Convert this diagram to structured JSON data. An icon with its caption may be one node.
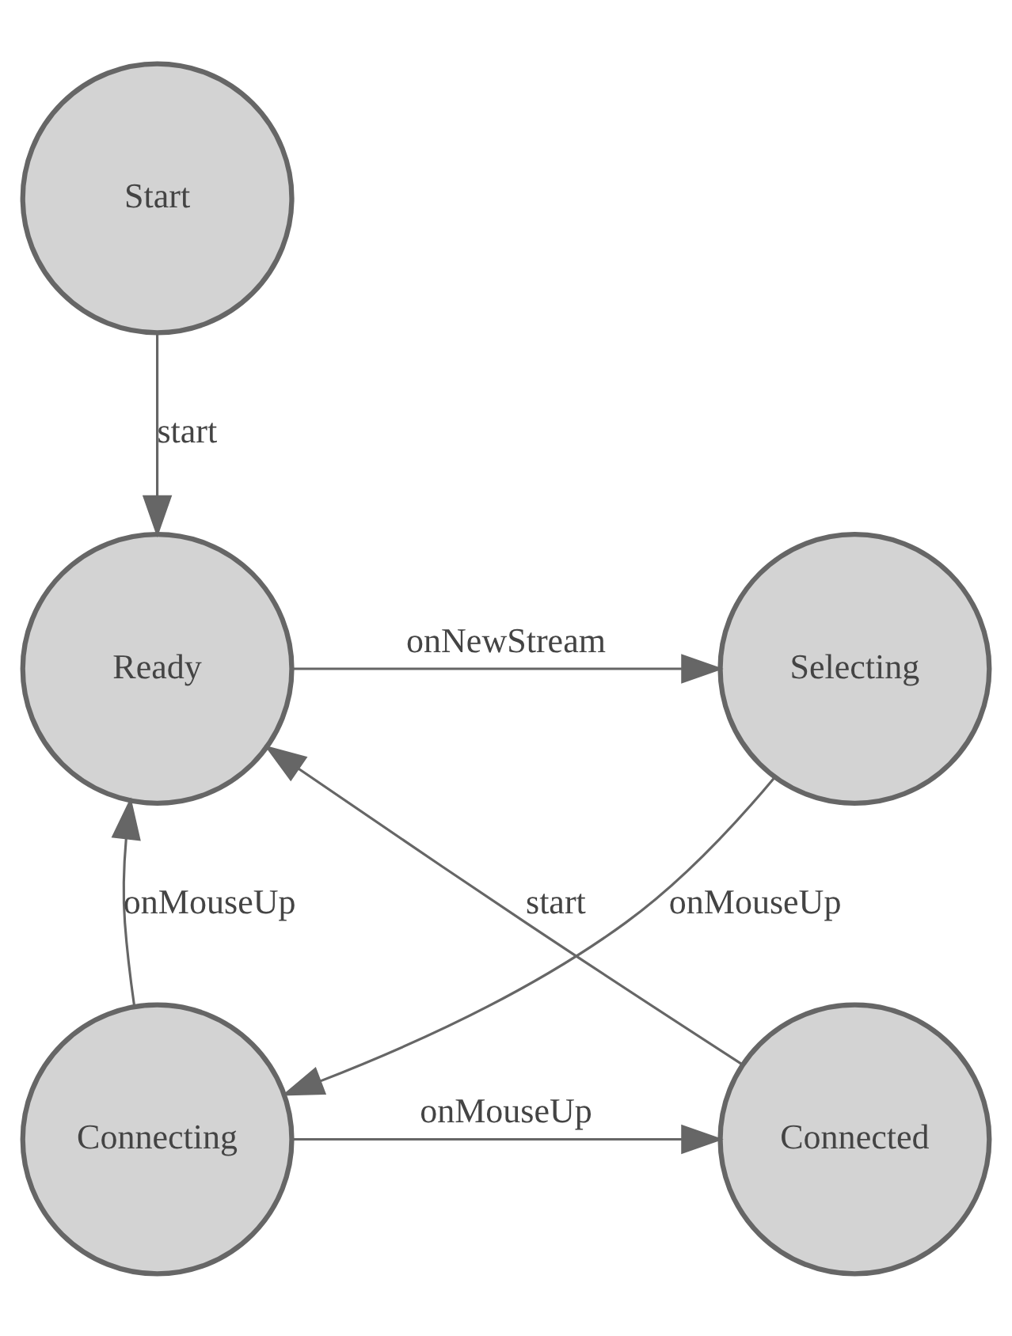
{
  "diagram": {
    "nodes": [
      {
        "text": [
          "Start"
        ]
      },
      {
        "text": [
          "Ready"
        ]
      },
      {
        "text": [
          "Selecting"
        ]
      },
      {
        "text": [
          "Connecting"
        ]
      },
      {
        "text": [
          "Connected"
        ]
      }
    ],
    "edges": [
      {
        "from": 0,
        "to": 1,
        "arrow": "to",
        "label": "start"
      },
      {
        "from": 1,
        "to": 2,
        "arrow": "to",
        "label": "onNewStream"
      },
      {
        "from": 2,
        "to": 3,
        "arrow": "to",
        "label": "onMouseUp"
      },
      {
        "from": 3,
        "to": 1,
        "arrow": "to",
        "label": "onMouseUp"
      },
      {
        "from": 3,
        "to": 4,
        "arrow": "to",
        "label": "onMouseUp"
      },
      {
        "from": 4,
        "to": 1,
        "arrow": "to",
        "label": "start"
      }
    ]
  }
}
